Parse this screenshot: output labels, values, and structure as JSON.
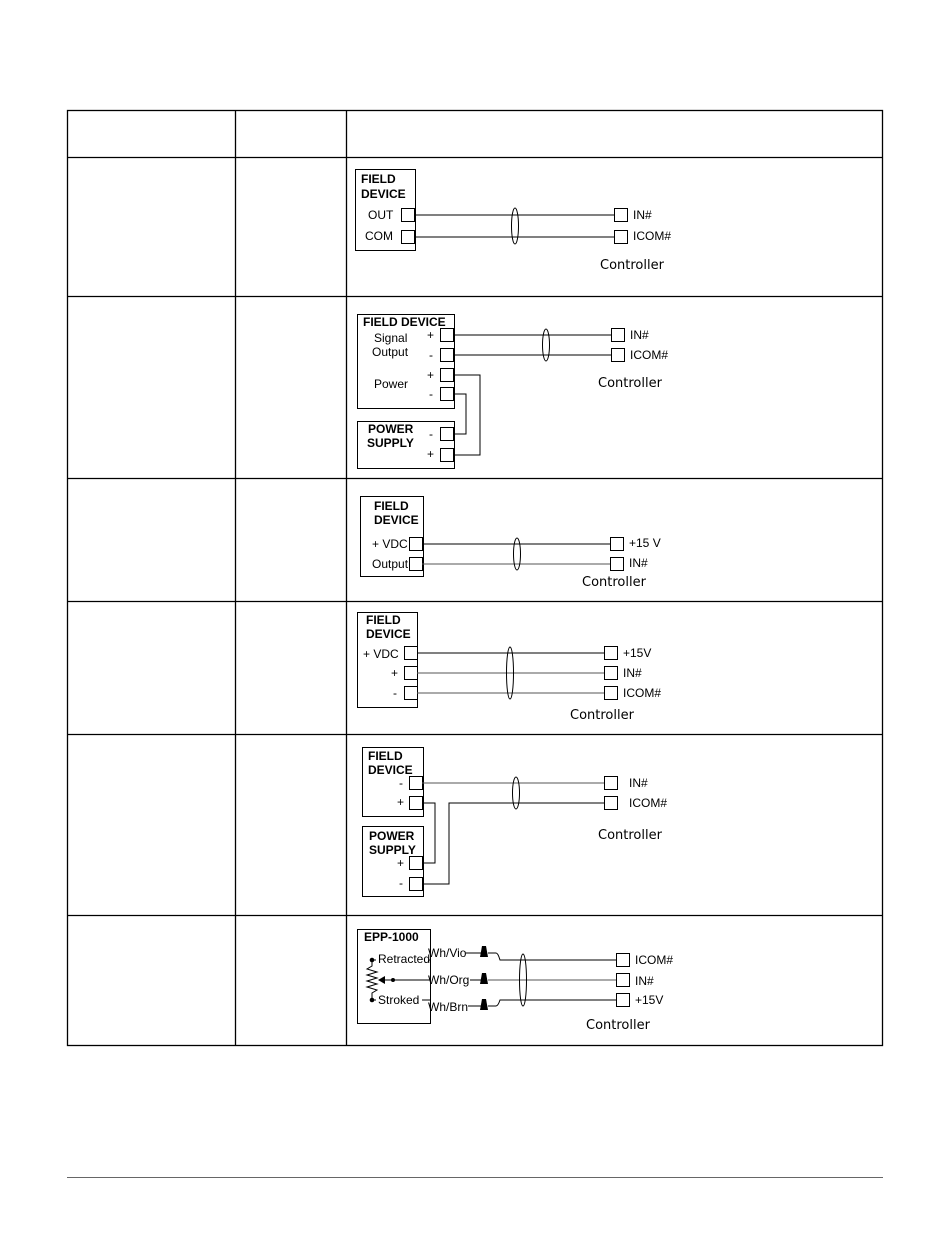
{
  "diagrams": {
    "d1": {
      "device": [
        "FIELD",
        "DEVICE"
      ],
      "terms": [
        "OUT",
        "COM"
      ],
      "ctrl": [
        "IN#",
        "ICOM#"
      ],
      "controller": "Controller"
    },
    "d2": {
      "device": "FIELD DEVICE",
      "signal": [
        "Signal",
        "Output"
      ],
      "power": "Power",
      "plus": "+",
      "minus": "-",
      "ctrl": [
        "IN#",
        "ICOM#"
      ],
      "controller": "Controller",
      "psu": [
        "POWER",
        "SUPPLY"
      ]
    },
    "d3": {
      "device": [
        "FIELD",
        "DEVICE"
      ],
      "terms": [
        "+ VDC",
        "Output"
      ],
      "ctrl": [
        "+15 V",
        "IN#"
      ],
      "controller": "Controller"
    },
    "d4": {
      "device": [
        "FIELD",
        "DEVICE"
      ],
      "terms": [
        "+ VDC",
        "+",
        "-"
      ],
      "ctrl": [
        "+15V",
        "IN#",
        "ICOM#"
      ],
      "controller": "Controller"
    },
    "d5": {
      "device": [
        "FIELD",
        "DEVICE"
      ],
      "terms": [
        "-",
        "+"
      ],
      "ctrl": [
        "IN#",
        "ICOM#"
      ],
      "controller": "Controller",
      "psu": [
        "POWER",
        "SUPPLY"
      ],
      "psu_terms": [
        "+",
        "-"
      ]
    },
    "d6": {
      "device": "EPP-1000",
      "positions": [
        "Retracted",
        "Stroked"
      ],
      "wires": [
        "Wh/Vio",
        "Wh/Org",
        "Wh/Brn"
      ],
      "ctrl": [
        "ICOM#",
        "IN#",
        "+15V"
      ],
      "controller": "Controller"
    }
  }
}
